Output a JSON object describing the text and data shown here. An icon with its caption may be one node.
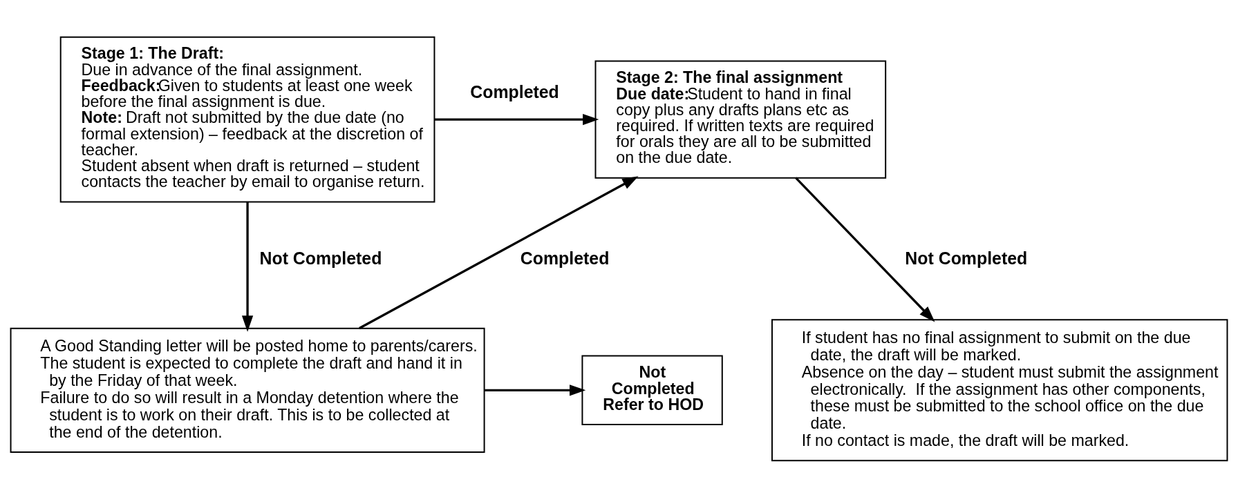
{
  "diagram": {
    "nodes": [
      {
        "text": [
          "Stage 1: The Draft:",
          "Due in advance of the final assignment.",
          "**Feedback:**Given to students at least one week before the final assignment is due.",
          "**Note:** Draft not submitted by the due date (no formal extension) – feedback at the discretion of teacher.",
          "Student absent when draft is returned – student contacts the teacher by email to organise return."
        ]
      },
      {
        "text": [
          "Stage 2: The final assignment",
          "**Due date:**Student to hand in final copy plus any drafts plans etc as required. If written texts are required for orals they are all to be submitted on the due date."
        ]
      },
      {
        "text": [
          "A Good Standing letter will be posted home to parents/carers.",
          "The student is expected to complete the draft and hand it in by the Friday of that week.",
          "Failure to do so will result in a Monday detention where the student is to work on their draft. This is to be collected at the end of the detention."
        ]
      },
      {
        "text": [
          "Not Completed Refer to HOD"
        ]
      },
      {
        "text": [
          "If student has no final assignment to submit on the due date, the draft will be marked.",
          "Absence on the day – student must submit the assignment electronically.  If the assignment has other components, these must be submitted to the school office on the due date.",
          "If no contact is made, the draft will be marked."
        ]
      }
    ],
    "edges": [
      {
        "from": 0,
        "to": 1,
        "arrow": "to",
        "label": "Completed"
      },
      {
        "from": 0,
        "to": 2,
        "arrow": "to",
        "label": "Not Completed"
      },
      {
        "from": 2,
        "to": 1,
        "arrow": "to",
        "label": "Completed"
      },
      {
        "from": 2,
        "to": 3,
        "arrow": "to"
      },
      {
        "from": 1,
        "to": 4,
        "arrow": "to",
        "label": "Not Completed"
      }
    ]
  }
}
